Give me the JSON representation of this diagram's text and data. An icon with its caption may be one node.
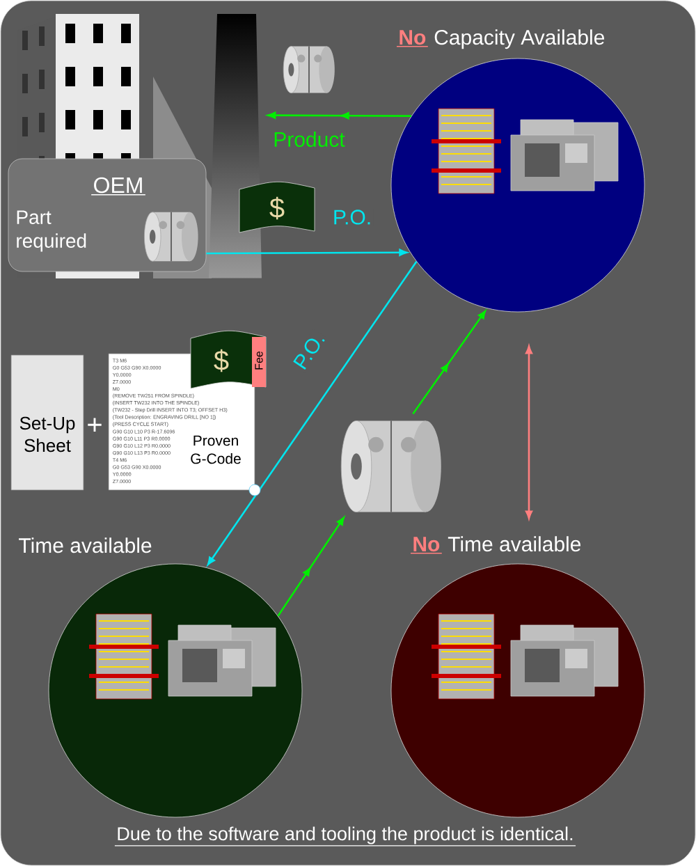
{
  "diagram": {
    "caption": "Due to the software and tooling the product is identical.",
    "nodes": [
      {
        "text": [
          "OEM",
          "Part required"
        ]
      },
      {
        "text": [],
        "shape": "circle",
        "beside": [
          "No",
          "Capacity Available"
        ]
      },
      {
        "text": [],
        "shape": "circle",
        "beside": [
          "Time available"
        ]
      },
      {
        "text": [],
        "shape": "circle",
        "beside": [
          "No",
          "Time available"
        ]
      },
      {
        "text": [
          "Set-Up Sheet"
        ]
      },
      {
        "text": [
          "T3 M6",
          "G0 G53 G90 X0.0000",
          "Y0.0000",
          "Z7.0000",
          "M0",
          "(REMOVE TW251 FROM SPINDLE)",
          "(INSERT TW232 INTO THE SPINDLE)",
          "(TW232 - Step Drill INSERT INTO T3; OFFSET H3)",
          "(Tool Description: ENGRAVING DRILL [NO 1])",
          "(PRESS CYCLE START)",
          "G90 G10 L10 P3 R-17.6096",
          "G90 G10 L11 P3 R0.0000",
          "G90 G10 L12 P3 R0.0000",
          "G90 G10 L13 P3 R0.0000",
          "T4 M6",
          "G0 G53 G90 X0.0000",
          "Y0.0000",
          "Z7.0000",
          "Proven G-Code"
        ]
      },
      {
        "text": [],
        "shape": "picture"
      }
    ],
    "edges": [
      {
        "from": 0,
        "to": 1,
        "arrow": "to",
        "label": "P.O.",
        "color": "#00e5ee"
      },
      {
        "from": 1,
        "to": 2,
        "arrow": "to",
        "label": "P.O.",
        "color": "#00e5ee"
      },
      {
        "from": 1,
        "to": 0,
        "arrow": "to",
        "label": "Product"
      },
      {
        "from": 2,
        "to": 6,
        "arrow": "to"
      },
      {
        "from": 6,
        "to": 1,
        "arrow": "to"
      },
      {
        "from": 1,
        "to": 3,
        "arrow": "both",
        "color": "#ff7f7f"
      }
    ],
    "labels": [
      "$",
      "$",
      "Fee",
      "+"
    ]
  }
}
